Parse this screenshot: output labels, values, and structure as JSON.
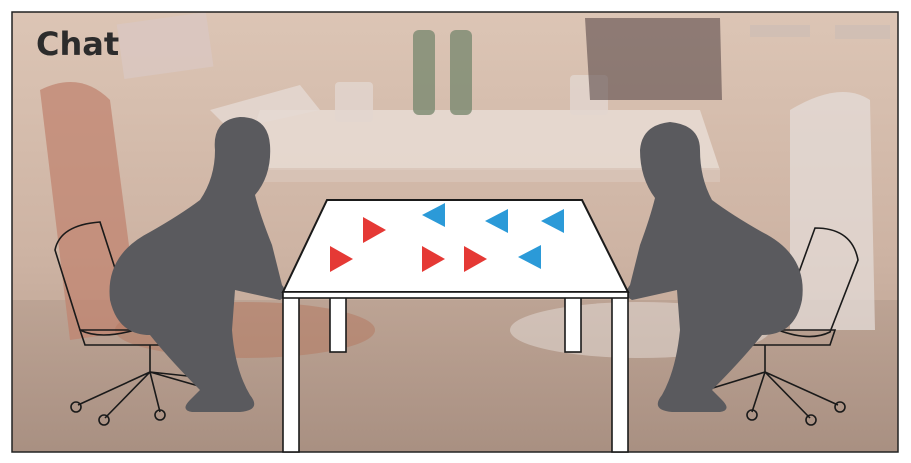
{
  "title": "Chat",
  "colors": {
    "background": "#cfb5a4",
    "silhouette": "#5a5a5e",
    "table_top": "#ffffff",
    "red_marker": "#e53935",
    "blue_marker": "#2b9ad8",
    "outline": "#1a1a1a"
  },
  "markers": {
    "red": 4,
    "blue": 4
  }
}
